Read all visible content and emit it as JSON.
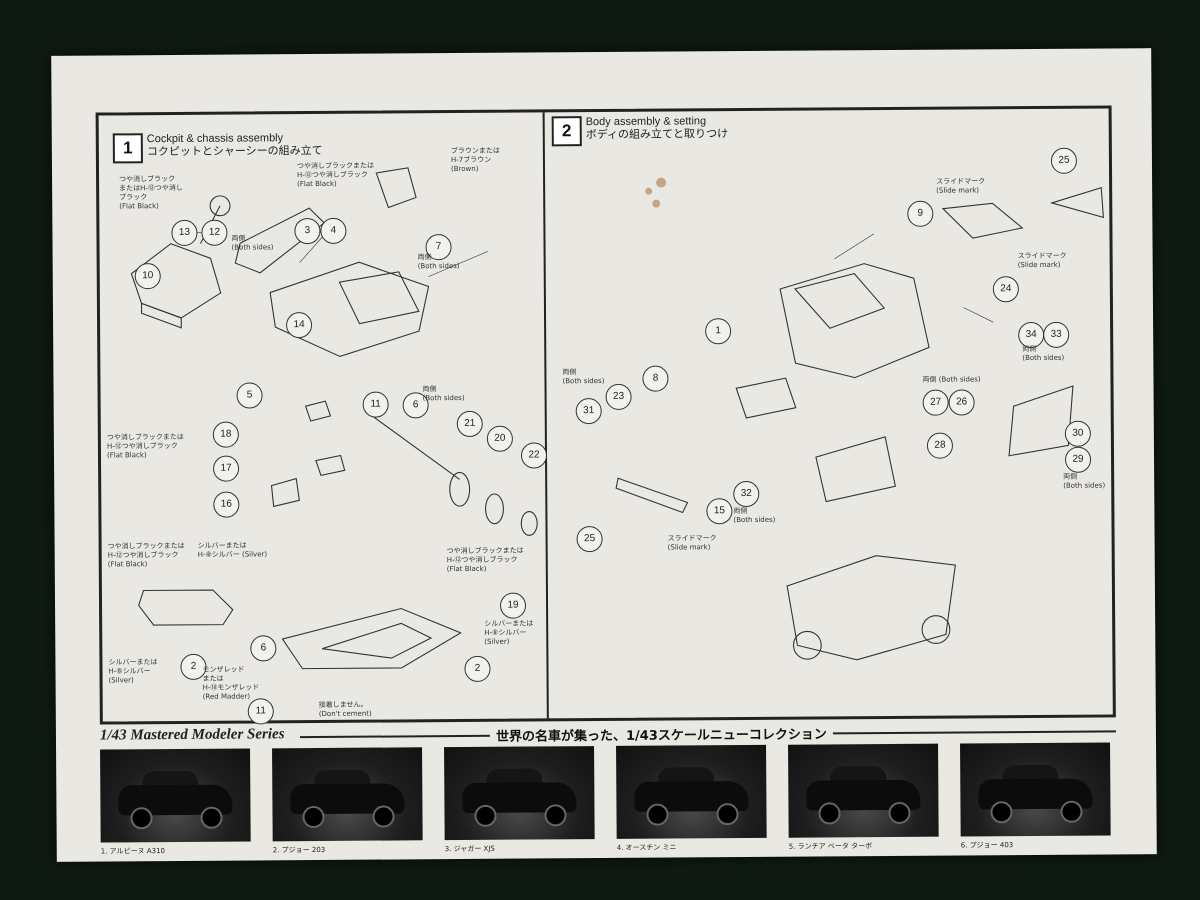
{
  "step1": {
    "number": "1",
    "title_en": "Cockpit & chassis assembly",
    "title_jp": "コクピットとシャーシーの組み立て"
  },
  "step2": {
    "number": "2",
    "title_en": "Body assembly & setting",
    "title_jp": "ボディの組み立てと取りつけ"
  },
  "notes": {
    "flat_black_1": "つや消しブラック\nまたはH-⑫つや消し\nブラック\n(Flat Black)",
    "flat_black_2": "つや消しブラックまたは\nH-⑫つや消しブラック\n(Flat Black)",
    "brown": "ブラウンまたは\nH-7ブラウン\n(Brown)",
    "both_sides_34": "両側\n(Both sides)",
    "both_sides_7": "両側\n(Both sides)",
    "flat_black_18": "つや消しブラックまたは\nH-⑫つや消しブラック\n(Flat Black)",
    "both_sides_6": "両側\n(Both sides)",
    "flat_black_wheel": "つや消しブラックまたは\nH-⑫つや消しブラック\n(Flat Black)",
    "flat_black_chassis": "つや消しブラックまたは\nH-⑫つや消しブラック\n(Flat Black)",
    "silver_chassis": "シルバーまたは\nH-⑧シルバー (Silver)",
    "silver_left": "シルバーまたは\nH-⑧シルバー\n(Silver)",
    "red_madder": "モンザレッド\nまたは\nH-⑱モンザレッド\n(Red Madder)",
    "dont_cement": "接着しません。\n(Don't cement)",
    "silver_19": "シルバーまたは\nH-⑧シルバー\n(Silver)",
    "slide_mark_1": "スライドマーク\n(Slide mark)",
    "slide_mark_2": "スライドマーク\n(Slide mark)",
    "slide_mark_3": "スライドマーク\n(Slide mark)",
    "both_sides_23": "両側\n(Both sides)",
    "both_sides_27": "両側 (Both sides)",
    "both_sides_34r": "両側\n(Both sides)",
    "both_sides_32": "両側\n(Both sides)",
    "both_sides_29": "両側\n(Both sides)"
  },
  "parts_step1": [
    "3",
    "4",
    "13",
    "12",
    "10",
    "7",
    "14",
    "5",
    "11",
    "6",
    "21",
    "20",
    "22",
    "18",
    "17",
    "16",
    "2",
    "6",
    "19",
    "2",
    "11"
  ],
  "parts_step2": [
    "25",
    "9",
    "24",
    "34",
    "33",
    "1",
    "8",
    "23",
    "31",
    "27",
    "26",
    "28",
    "30",
    "29",
    "32",
    "15",
    "25"
  ],
  "series": {
    "title": "1/43 Mastered Modeler Series",
    "subtitle": "世界の名車が集った、1/43スケールニューコレクション"
  },
  "cars": [
    {
      "caption": "1. アルピーヌ A310"
    },
    {
      "caption": "2. プジョー 203"
    },
    {
      "caption": "3. ジャガー XJS"
    },
    {
      "caption": "4. オースチン ミニ"
    },
    {
      "caption": "5. ランチア ベータ ターボ"
    },
    {
      "caption": "6. プジョー 403"
    }
  ]
}
